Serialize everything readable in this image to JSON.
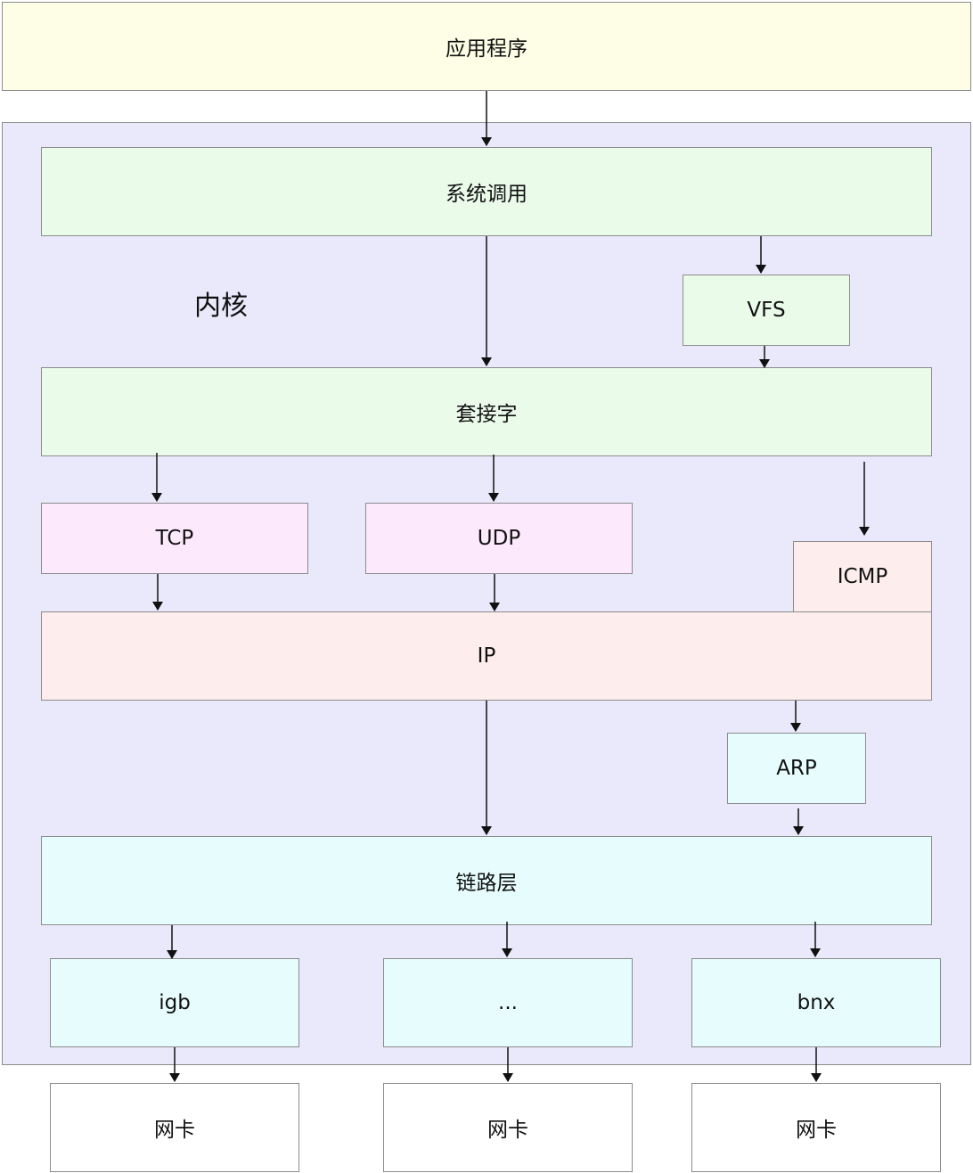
{
  "app": {
    "label": "应用程序"
  },
  "kernel": {
    "label": "内核"
  },
  "syscall": {
    "label": "系统调用"
  },
  "vfs": {
    "label": "VFS"
  },
  "socket": {
    "label": "套接字"
  },
  "tcp": {
    "label": "TCP"
  },
  "udp": {
    "label": "UDP"
  },
  "icmp": {
    "label": "ICMP"
  },
  "ip": {
    "label": "IP"
  },
  "arp": {
    "label": "ARP"
  },
  "link": {
    "label": "链路层"
  },
  "drivers": [
    {
      "label": "igb"
    },
    {
      "label": "..."
    },
    {
      "label": "bnx"
    }
  ],
  "nics": [
    {
      "label": "网卡"
    },
    {
      "label": "网卡"
    },
    {
      "label": "网卡"
    }
  ]
}
